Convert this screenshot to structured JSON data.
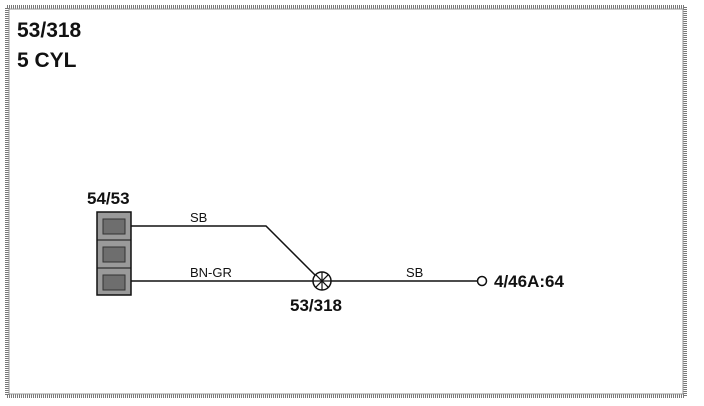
{
  "title": {
    "line1": "53/318",
    "line2": "5 CYL"
  },
  "connector": {
    "label": "54/53"
  },
  "wires": {
    "upper": {
      "label": "SB"
    },
    "lower": {
      "label": "BN-GR"
    },
    "output": {
      "label": "SB"
    }
  },
  "junction": {
    "label": "53/318"
  },
  "terminal": {
    "label": "4/46A:64"
  },
  "colors": {
    "line": "#111111",
    "frame": "#777777",
    "connector_fill": "#9a9a9a",
    "connector_pin": "#6e6e6e"
  }
}
